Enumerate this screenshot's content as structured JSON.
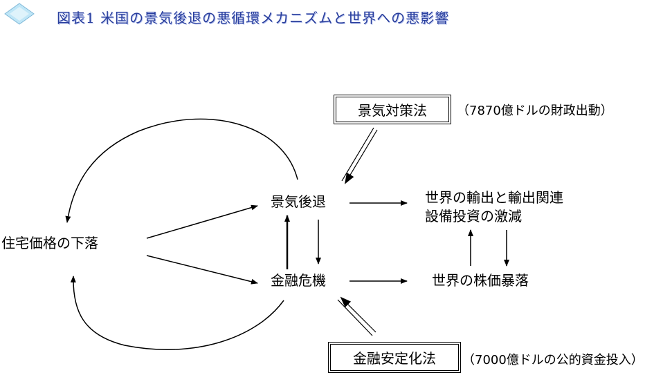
{
  "title": "図表1 米国の景気後退の悪循環メカニズムと世界への悪影響",
  "nodes": {
    "housing_decline": "住宅価格の下落",
    "recession": "景気後退",
    "financial_crisis": "金融危機",
    "world_trade_line1": "世界の輸出と輸出関連",
    "world_trade_line2": "設備投資の激減",
    "world_stock_crash": "世界の株価暴落"
  },
  "policies": {
    "stimulus": {
      "label": "景気対策法",
      "note": "（7870億ドルの財政出動）"
    },
    "stabilization": {
      "label": "金融安定化法",
      "note": "（7000億ドルの公的資金投入）"
    }
  },
  "icons": {
    "header": "diamond-icon"
  }
}
